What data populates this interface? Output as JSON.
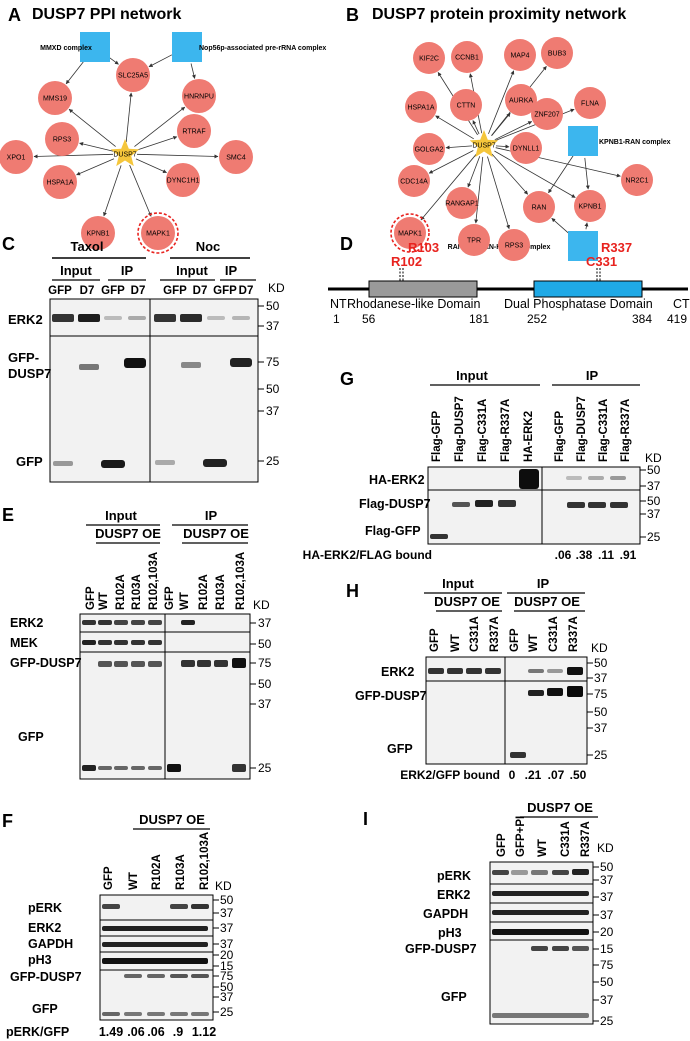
{
  "colors": {
    "node": "#ef7b72",
    "complex": "#3cb6ee",
    "center": "#f5c63b",
    "mutation": "#e8231f",
    "rhodanese": "#9a9a9a",
    "phosphatase": "#1fa9e6"
  },
  "panelA": {
    "letter": "A",
    "title": "DUSP7 PPI network",
    "center": "DUSP7",
    "complexes": [
      "MMXD complex",
      "Nop56p-associated pre-rRNA complex"
    ],
    "nodes": [
      "SLC25A5",
      "MMS19",
      "HNRNPU",
      "RPS3",
      "RTRAF",
      "XPO1",
      "SMC4",
      "HSPA1A",
      "DYNC1H1",
      "KPNB1",
      "MAPK1"
    ]
  },
  "panelB": {
    "letter": "B",
    "title": "DUSP7 protein proximity network",
    "center": "DUSP7",
    "complexes": [
      "KPNB1-RAN complex",
      "RANBP1-RAN-KPNB1 complex"
    ],
    "nodes": [
      "KIF2C",
      "CCNB1",
      "MAP4",
      "BUB3",
      "HSPA1A",
      "CTTN",
      "AURKA",
      "ZNF207",
      "FLNA",
      "GOLGA2",
      "DYNLL1",
      "CDC14A",
      "NR2C1",
      "RANGAP1",
      "RAN",
      "KPNB1",
      "MAPK1",
      "TPR",
      "RPS3"
    ]
  },
  "panelC": {
    "letter": "C",
    "groups": [
      "Taxol",
      "Noc"
    ],
    "subgroups": [
      "Input",
      "IP",
      "Input",
      "IP"
    ],
    "lanes": [
      "GFP",
      "D7",
      "GFP",
      "D7",
      "GFP",
      "D7",
      "GFP",
      "D7"
    ],
    "rows": [
      "ERK2",
      "GFP-",
      "DUSP7",
      "GFP"
    ],
    "kd_label": "KD",
    "markers": [
      "50",
      "37",
      "75",
      "50",
      "37",
      "25"
    ]
  },
  "panelD": {
    "letter": "D",
    "mutations": [
      "R103",
      "R102",
      "R337",
      "C331"
    ],
    "nt": "NT",
    "ct": "CT",
    "domains": [
      "Rhodanese-like Domain",
      "Dual Phosphatase Domain"
    ],
    "positions": [
      "1",
      "56",
      "181",
      "252",
      "384",
      "419"
    ]
  },
  "panelE": {
    "letter": "E",
    "groups": [
      "Input",
      "IP"
    ],
    "subgroups": [
      "DUSP7 OE",
      "DUSP7 OE"
    ],
    "lanes": [
      "GFP",
      "WT",
      "R102A",
      "R103A",
      "R102,103A",
      "GFP",
      "WT",
      "R102A",
      "R103A",
      "R102,103A"
    ],
    "rows": [
      "ERK2",
      "MEK",
      "GFP-DUSP7",
      "GFP"
    ],
    "kd_label": "KD",
    "markers": [
      "37",
      "50",
      "75",
      "50",
      "37",
      "25"
    ]
  },
  "panelF": {
    "letter": "F",
    "subgroup": "DUSP7 OE",
    "lanes": [
      "GFP",
      "WT",
      "R102A",
      "R103A",
      "R102,103A"
    ],
    "rows": [
      "pERK",
      "ERK2",
      "GAPDH",
      "pH3",
      "GFP-DUSP7",
      "GFP"
    ],
    "kd_label": "KD",
    "markers": [
      "50",
      "37",
      "37",
      "37",
      "20",
      "15",
      "75",
      "50",
      "37",
      "25"
    ],
    "quant_label": "pERK/GFP",
    "quant_values": [
      "1.49",
      ".06",
      ".06",
      ".9",
      "1.12"
    ]
  },
  "panelG": {
    "letter": "G",
    "groups": [
      "Input",
      "IP"
    ],
    "lanes": [
      "Flag-GFP",
      "Flag-DUSP7",
      "Flag-C331A",
      "Flag-R337A",
      "HA-ERK2",
      "Flag-GFP",
      "Flag-DUSP7",
      "Flag-C331A",
      "Flag-R337A"
    ],
    "rows": [
      "HA-ERK2",
      "Flag-DUSP7",
      "Flag-GFP"
    ],
    "kd_label": "KD",
    "markers": [
      "50",
      "37",
      "50",
      "37",
      "25"
    ],
    "quant_label": "HA-ERK2/FLAG bound",
    "quant_values": [
      ".06",
      ".38",
      ".11",
      ".91"
    ]
  },
  "panelH": {
    "letter": "H",
    "groups": [
      "Input",
      "IP"
    ],
    "subgroups": [
      "DUSP7 OE",
      "DUSP7 OE"
    ],
    "lanes": [
      "GFP",
      "WT",
      "C331A",
      "R337A",
      "GFP",
      "WT",
      "C331A",
      "R337A"
    ],
    "rows": [
      "ERK2",
      "GFP-DUSP7",
      "GFP"
    ],
    "kd_label": "KD",
    "markers": [
      "50",
      "37",
      "75",
      "50",
      "37",
      "25"
    ],
    "quant_label": "ERK2/GFP bound",
    "quant_values": [
      "0",
      ".21",
      ".07",
      ".50"
    ]
  },
  "panelI": {
    "letter": "I",
    "subgroup": "DUSP7 OE",
    "lanes": [
      "GFP",
      "GFP+PI",
      "WT",
      "C331A",
      "R337A"
    ],
    "rows": [
      "pERK",
      "ERK2",
      "GAPDH",
      "pH3",
      "GFP-DUSP7",
      "GFP"
    ],
    "kd_label": "KD",
    "markers": [
      "50",
      "37",
      "37",
      "37",
      "20",
      "15",
      "75",
      "50",
      "37",
      "25"
    ]
  }
}
